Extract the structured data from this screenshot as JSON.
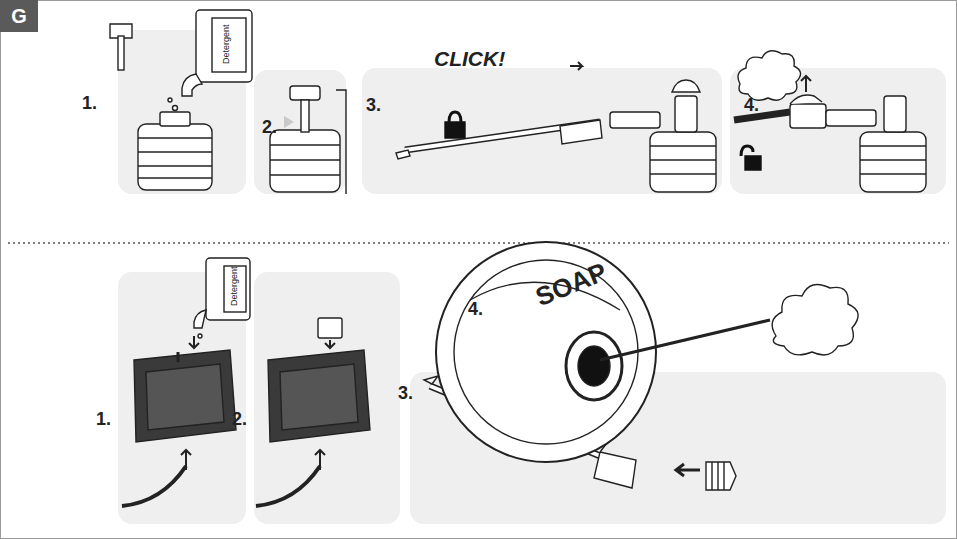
{
  "diagram": {
    "nodes": [
      {
        "text": [
          "G"
        ]
      }
    ],
    "labels": [
      "Detergent",
      "1.",
      "2.",
      "3.",
      "CLICK!",
      "4.",
      "Detergent",
      "1.",
      "2.",
      "3.",
      "4.",
      "SOAP"
    ]
  }
}
